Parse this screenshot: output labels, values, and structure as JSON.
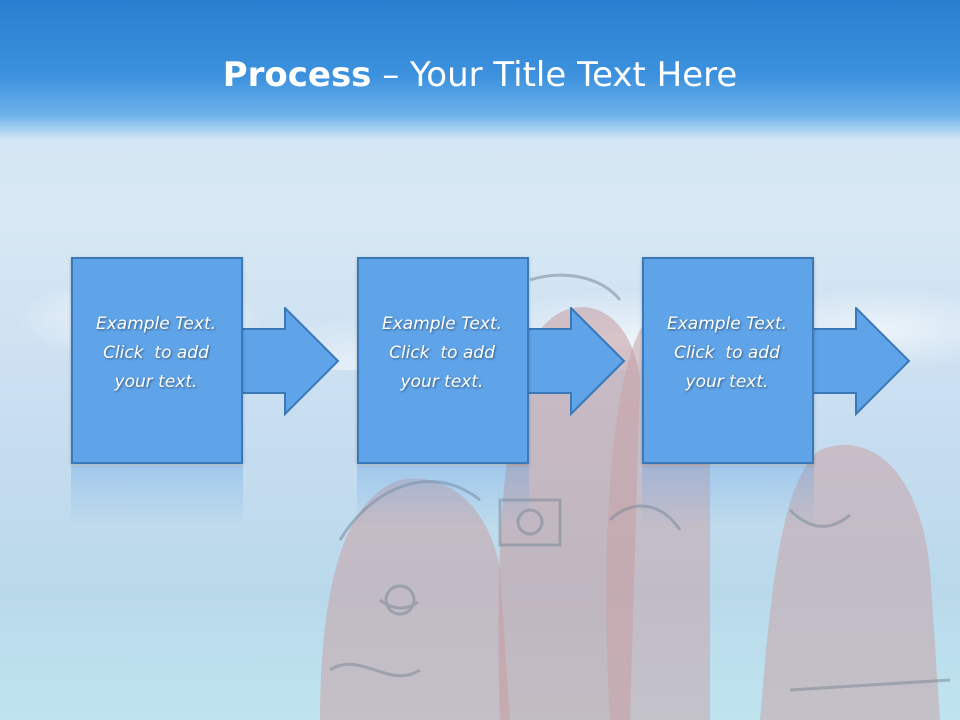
{
  "slide": {
    "title_bold": "Process",
    "title_rest": " – Your Title Text Here"
  },
  "steps": [
    {
      "line1": "Example Text.",
      "line2": "Click  to add",
      "line3": "your text."
    },
    {
      "line1": "Example Text.",
      "line2": "Click  to add",
      "line3": "your text."
    },
    {
      "line1": "Example Text.",
      "line2": "Click  to add",
      "line3": "your text."
    }
  ],
  "colors": {
    "header": "#2a7fd0",
    "box_fill": "#5fa3e8",
    "box_border": "#3a78b8"
  }
}
